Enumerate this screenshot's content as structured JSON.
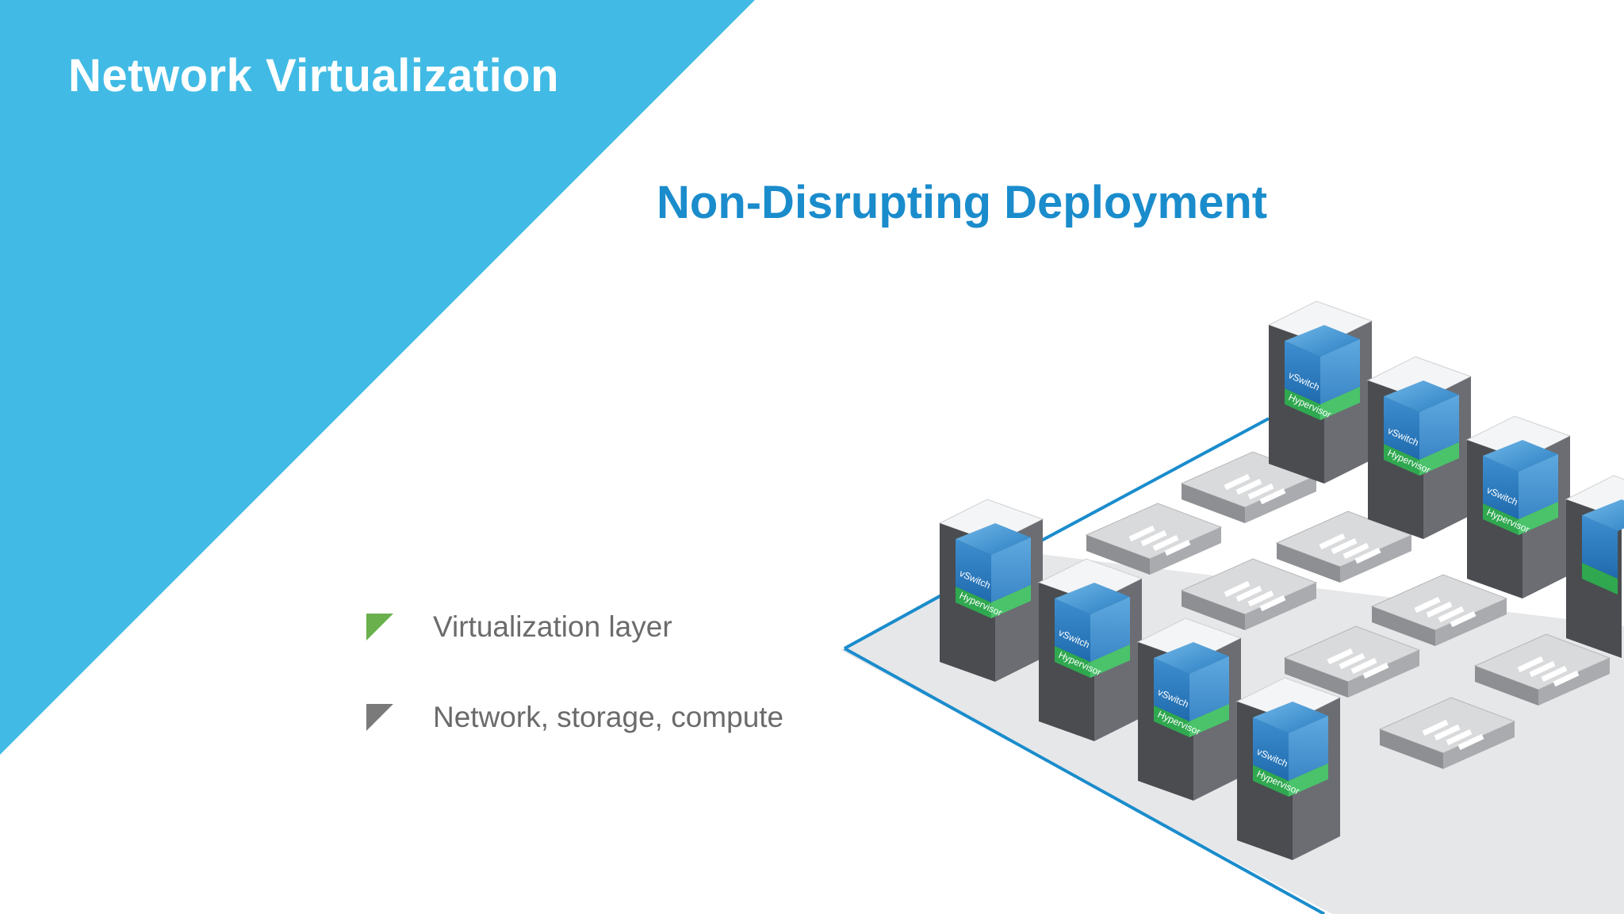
{
  "slide": {
    "title": "Network Virtualization",
    "subtitle": "Non-Disrupting Deployment",
    "accent_color": "#41bbe5",
    "subtitle_color": "#1a8ccc"
  },
  "bullets": [
    {
      "text": "Virtualization layer",
      "marker_color": "#6ab04c"
    },
    {
      "text": "Network, storage, compute",
      "marker_color": "#7a7a7a"
    }
  ],
  "illustration": {
    "server_labels": {
      "top": "vSwitch",
      "bottom": "Hypervisor"
    }
  }
}
